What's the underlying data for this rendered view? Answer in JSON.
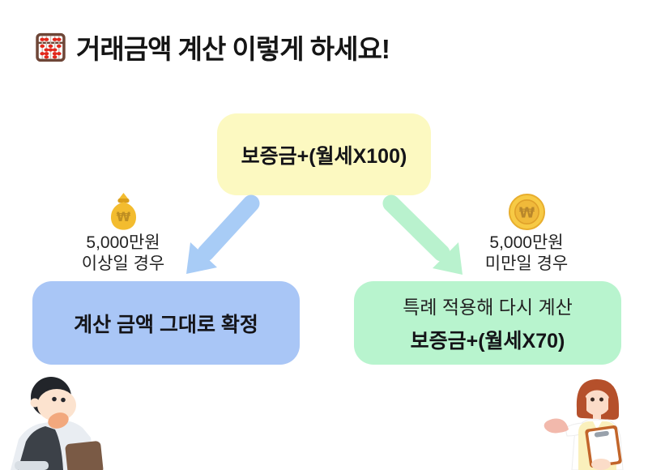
{
  "title": {
    "icon": "abacus-icon",
    "text": "거래금액 계산 이렇게 하세요!"
  },
  "colors": {
    "background": "#FFFFFF",
    "source_box": "#FCF9C1",
    "left_result_box": "#A9C6F6",
    "left_arrow": "#A8CCF6",
    "right_result_box": "#B8F4CE",
    "right_arrow": "#B9F2CE",
    "title_text": "#151515",
    "body_text": "#232323"
  },
  "flow": {
    "source_box": {
      "text": "보증금+(월세X100)"
    },
    "left_branch": {
      "icon": "money-bag-icon",
      "condition": {
        "line1": "5,000만원",
        "line2": "이상일 경우"
      },
      "result_box": {
        "text": "계산 금액 그대로 확정"
      }
    },
    "right_branch": {
      "icon": "won-coin-icon",
      "condition": {
        "line1": "5,000만원",
        "line2": "미만일 경우"
      },
      "result_box": {
        "line1": "특례 적용해 다시 계산",
        "line2": "보증금+(월세X70)"
      }
    }
  },
  "illustrations": {
    "left": "thinking-man-with-laptop",
    "right": "woman-with-clipboard"
  }
}
